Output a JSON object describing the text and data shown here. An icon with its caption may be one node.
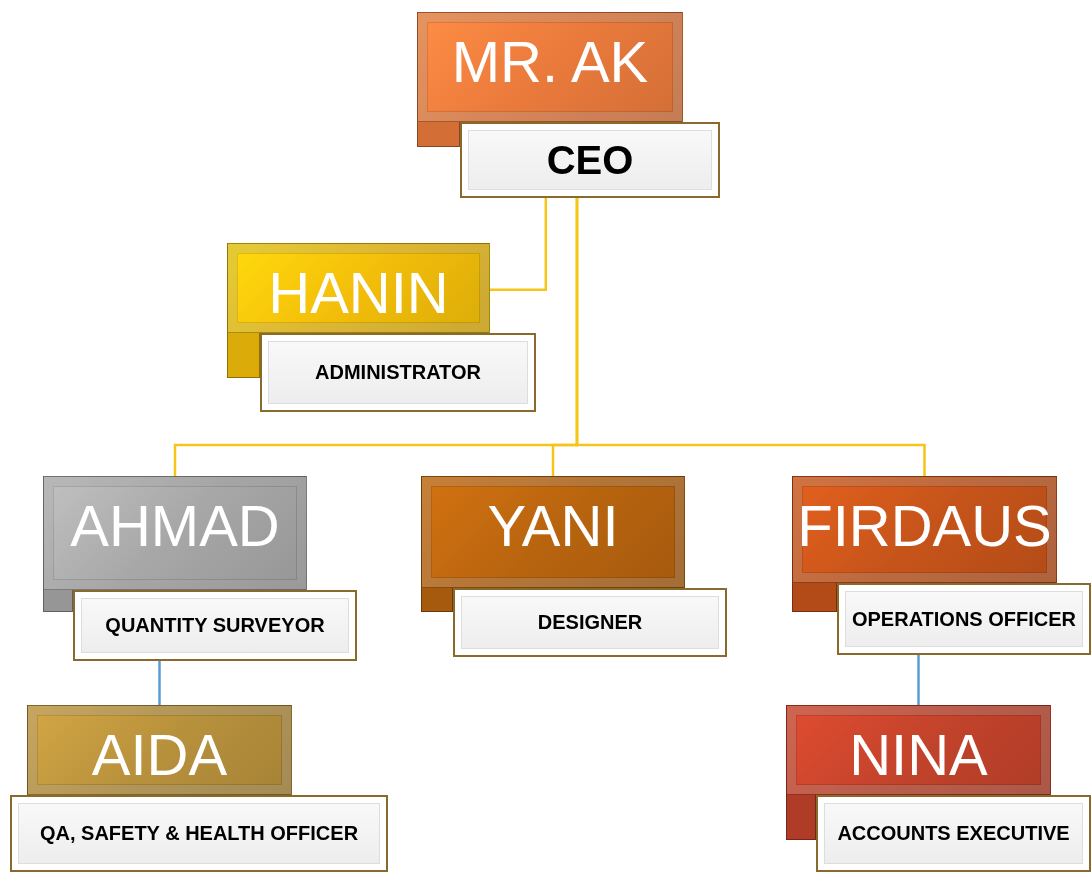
{
  "diagram": {
    "nodes": [
      {
        "text": [
          "MR. AK"
        ]
      },
      {
        "text": [
          "CEO"
        ]
      },
      {
        "text": [
          "HANIN"
        ]
      },
      {
        "text": [
          "ADMINISTRATOR"
        ]
      },
      {
        "text": [
          "AHMAD"
        ]
      },
      {
        "text": [
          "QUANTITY SURVEYOR"
        ]
      },
      {
        "text": [
          "YANI"
        ]
      },
      {
        "text": [
          "DESIGNER"
        ]
      },
      {
        "text": [
          "FIRDAUS"
        ]
      },
      {
        "text": [
          "OPERATIONS OFFICER"
        ]
      },
      {
        "text": [
          "AIDA"
        ]
      },
      {
        "text": [
          "QA, SAFETY & HEALTH OFFICER"
        ]
      },
      {
        "text": [
          "NINA"
        ]
      },
      {
        "text": [
          "ACCOUNTS EXECUTIVE"
        ]
      }
    ],
    "edges": [
      {
        "from": 1,
        "to": 2,
        "arrow": "none"
      },
      {
        "from": 1,
        "to": 4,
        "arrow": "none"
      },
      {
        "from": 1,
        "to": 6,
        "arrow": "none"
      },
      {
        "from": 1,
        "to": 8,
        "arrow": "none"
      },
      {
        "from": 5,
        "to": 10,
        "arrow": "none",
        "color": "#5b9bd5"
      },
      {
        "from": 9,
        "to": 12,
        "arrow": "none",
        "color": "#5b9bd5"
      }
    ]
  }
}
